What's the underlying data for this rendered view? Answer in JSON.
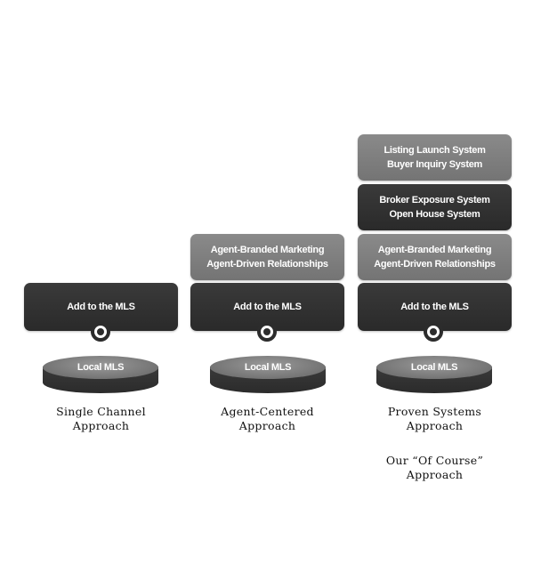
{
  "columns": [
    {
      "id": "single-channel",
      "blocks": [
        {
          "lines": [
            "Add to the MLS"
          ],
          "tone": "dark"
        }
      ],
      "base": "Local MLS",
      "caption": [
        "Single Channel",
        "Approach"
      ]
    },
    {
      "id": "agent-centered",
      "blocks": [
        {
          "lines": [
            "Agent-Branded Marketing",
            "Agent-Driven Relationships"
          ],
          "tone": "mid"
        },
        {
          "lines": [
            "Add to the MLS"
          ],
          "tone": "dark"
        }
      ],
      "base": "Local MLS",
      "caption": [
        "Agent-Centered",
        "Approach"
      ]
    },
    {
      "id": "proven-systems",
      "blocks": [
        {
          "lines": [
            "Listing Launch System",
            "Buyer Inquiry System"
          ],
          "tone": "mid"
        },
        {
          "lines": [
            "Broker Exposure System",
            "Open House System"
          ],
          "tone": "dark"
        },
        {
          "lines": [
            "Agent-Branded Marketing",
            "Agent-Driven Relationships"
          ],
          "tone": "mid"
        },
        {
          "lines": [
            "Add to the MLS"
          ],
          "tone": "dark"
        }
      ],
      "base": "Local MLS",
      "caption": [
        "Proven Systems",
        "Approach"
      ],
      "subcaption": [
        "Our “Of Course”",
        "Approach"
      ]
    }
  ],
  "colors": {
    "dark_block": "#2e2e2e",
    "mid_block": "#7f7f7f",
    "disk_top": "#8a8a8a",
    "disk_side": "#333333",
    "caption_text": "#111111"
  }
}
